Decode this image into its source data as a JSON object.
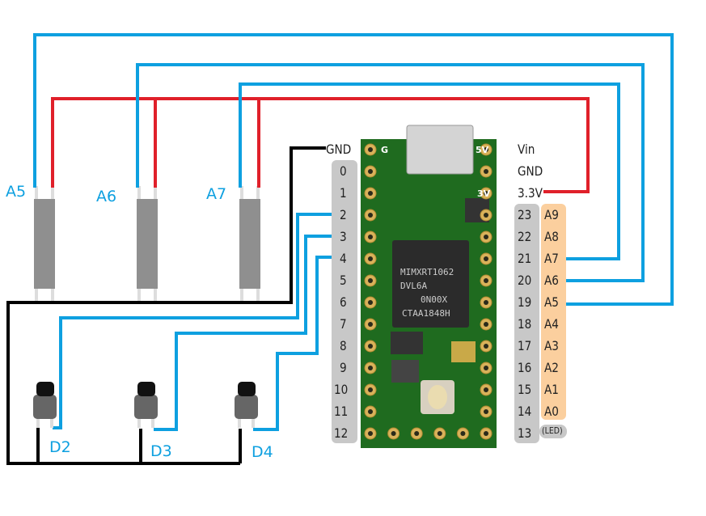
{
  "colors": {
    "signal_wire": "#0ea0e0",
    "power_wire": "#e0202a",
    "ground_wire": "#000000",
    "board": "#1f6b1f",
    "pin_label_bg": "#c8c8c8",
    "analog_label_bg": "#fbcf9e"
  },
  "sensor_labels": [
    "A5",
    "A6",
    "A7"
  ],
  "button_labels": [
    "D2",
    "D3",
    "D4"
  ],
  "board": {
    "chip_lines": [
      "MIMXRT1062",
      "DVL6A",
      "0N00X",
      "CTAA1848H"
    ],
    "silk_top_left": "G",
    "silk_top_right": "5V",
    "silk_3v": "3V"
  },
  "left_gnd_label": "GND",
  "left_pins": [
    "0",
    "1",
    "2",
    "3",
    "4",
    "5",
    "6",
    "7",
    "8",
    "9",
    "10",
    "11",
    "12"
  ],
  "power_pins": [
    "Vin",
    "GND",
    "3.3V"
  ],
  "right_pins": [
    "23",
    "22",
    "21",
    "20",
    "19",
    "18",
    "17",
    "16",
    "15",
    "14",
    "13"
  ],
  "analog_pins": [
    "A9",
    "A8",
    "A7",
    "A6",
    "A5",
    "A4",
    "A3",
    "A2",
    "A1",
    "A0"
  ],
  "led_label": "(LED)"
}
